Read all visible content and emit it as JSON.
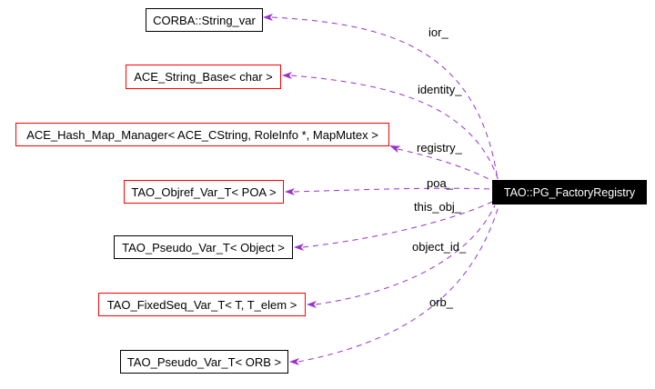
{
  "diagram": {
    "background_color": "#ffffff",
    "edge_color": "#9932cc",
    "main_node": {
      "label": "TAO::PG_FactoryRegistry",
      "bg_color": "#000000",
      "text_color": "#ffffff"
    },
    "nodes": [
      {
        "label": "CORBA::String_var",
        "border_color": "#000000"
      },
      {
        "label": "ACE_String_Base< char >",
        "border_color": "#ff0000"
      },
      {
        "label": "ACE_Hash_Map_Manager< ACE_CString, RoleInfo *, MapMutex >",
        "border_color": "#ff0000"
      },
      {
        "label": "TAO_Objref_Var_T< POA >",
        "border_color": "#ff0000"
      },
      {
        "label": "TAO_Pseudo_Var_T< Object >",
        "border_color": "#000000"
      },
      {
        "label": "TAO_FixedSeq_Var_T< T, T_elem >",
        "border_color": "#ff0000"
      },
      {
        "label": "TAO_Pseudo_Var_T< ORB >",
        "border_color": "#000000"
      }
    ],
    "edge_labels": [
      {
        "label": "ior_"
      },
      {
        "label": "identity_"
      },
      {
        "label": "registry_"
      },
      {
        "label": "poa_"
      },
      {
        "label": "this_obj_"
      },
      {
        "label": "object_id_"
      },
      {
        "label": "orb_"
      }
    ]
  }
}
